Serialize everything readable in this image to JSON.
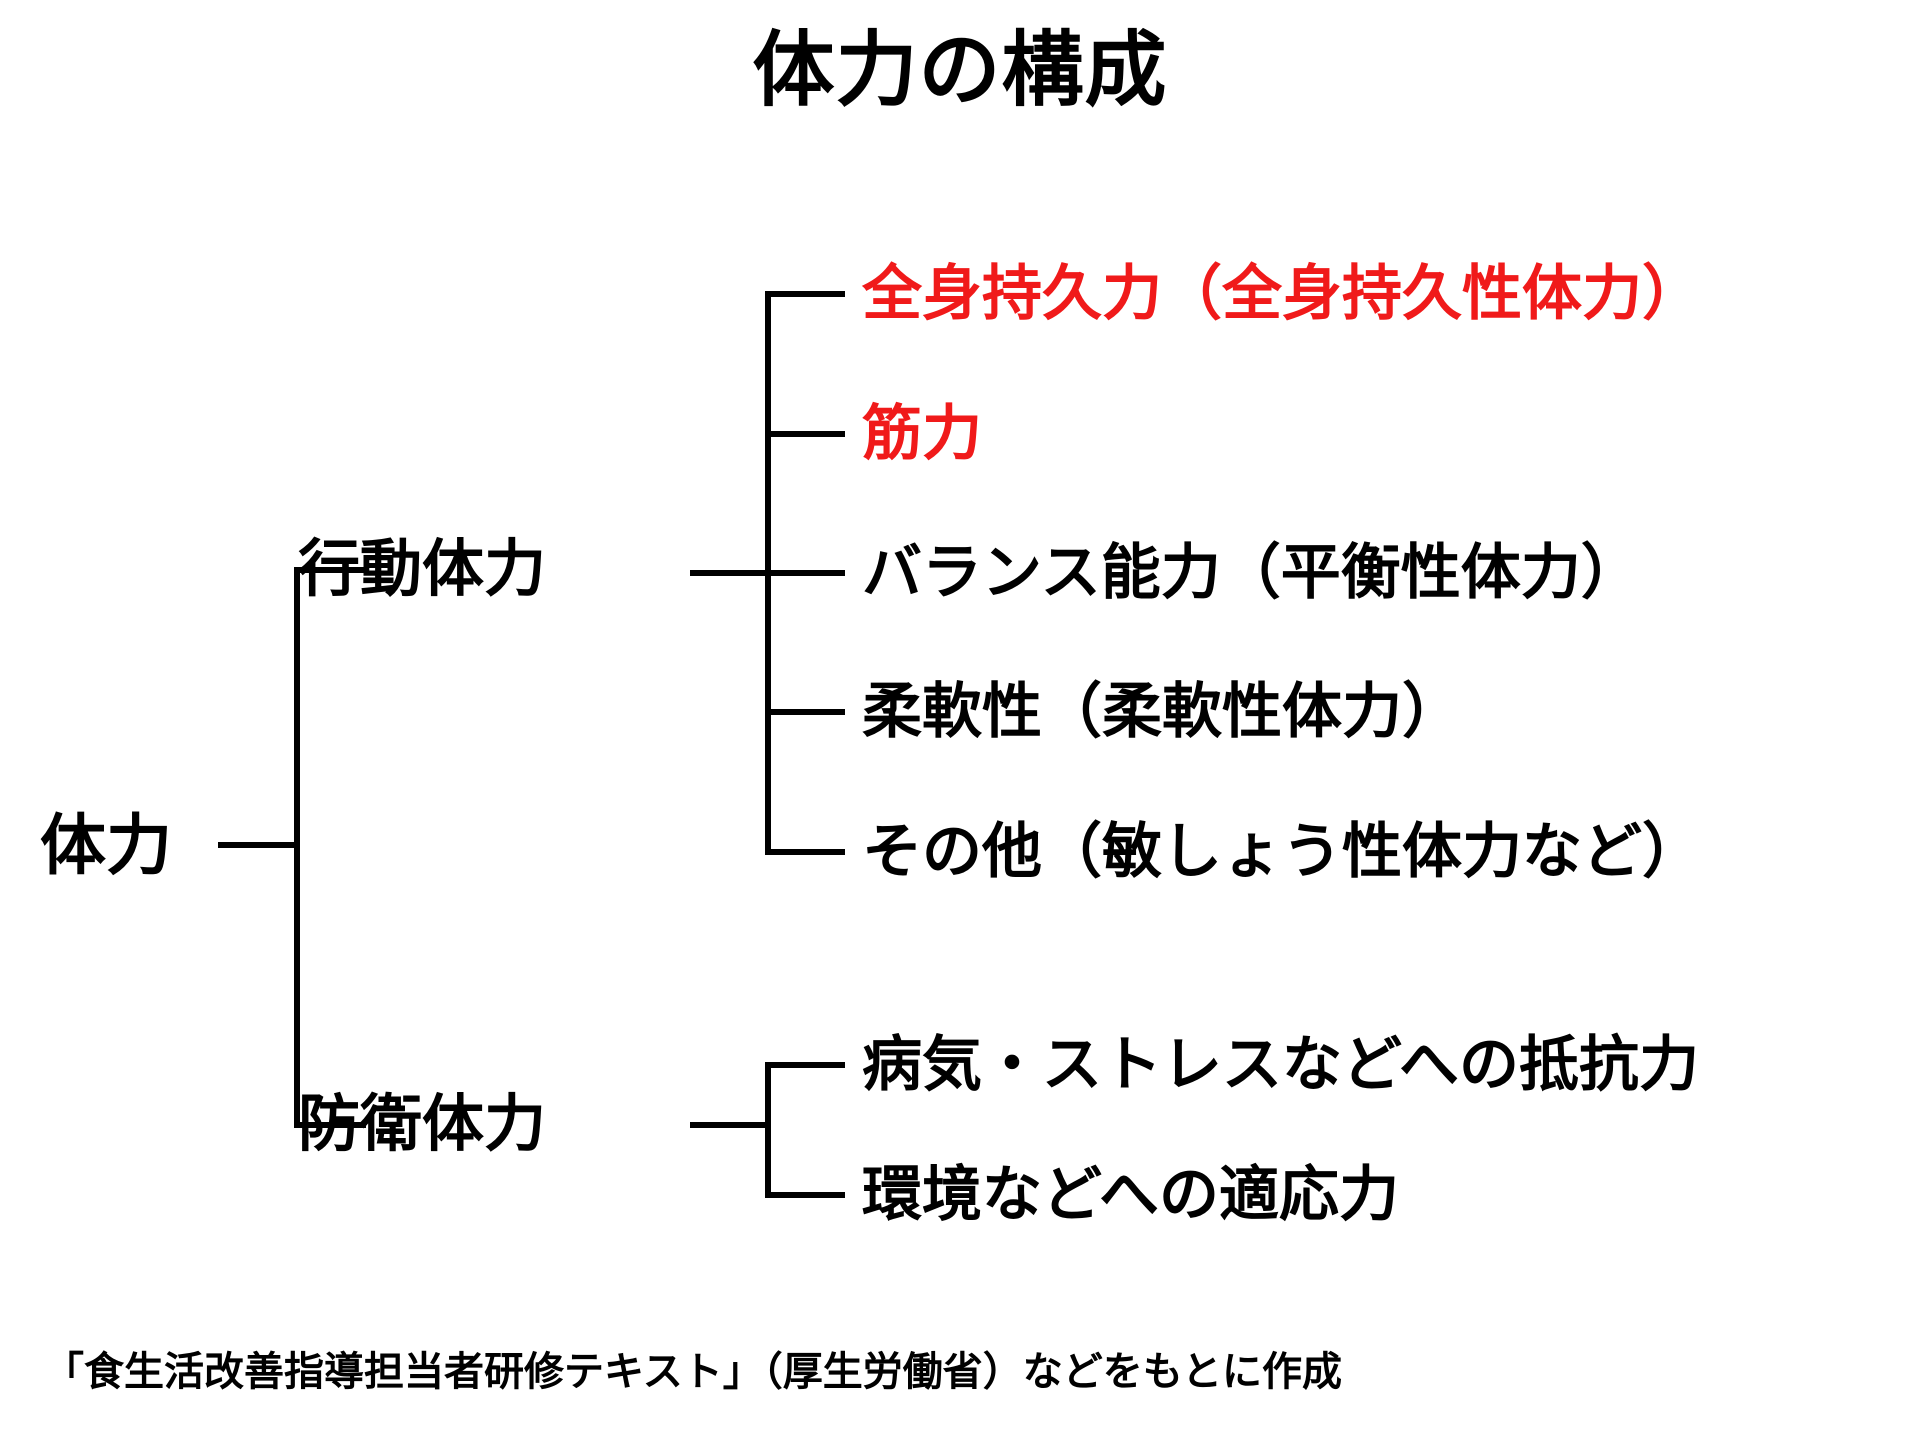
{
  "title": "体力の構成",
  "diagram": {
    "type": "tree",
    "root": {
      "label": "体力"
    },
    "branches": [
      {
        "id": "behavioral-fitness",
        "label": "行動体力",
        "leaves": [
          {
            "label": "全身持久力（全身持久性体力）",
            "color": "#F01A1A",
            "highlight": true
          },
          {
            "label": "筋力",
            "color": "#F01A1A",
            "highlight": true
          },
          {
            "label": "バランス能力（平衡性体力）",
            "color": "#000000",
            "highlight": false
          },
          {
            "label": "柔軟性（柔軟性体力）",
            "color": "#000000",
            "highlight": false
          },
          {
            "label": "その他（敏しょう性体力など）",
            "color": "#000000",
            "highlight": false
          }
        ]
      },
      {
        "id": "defensive-fitness",
        "label": "防衛体力",
        "leaves": [
          {
            "label": "病気・ストレスなどへの抵抗力",
            "color": "#000000",
            "highlight": false
          },
          {
            "label": "環境などへの適応力",
            "color": "#000000",
            "highlight": false
          }
        ]
      }
    ]
  },
  "colors": {
    "background": "#FFFFFF",
    "text": "#000000",
    "highlight": "#F01A1A",
    "line": "#000000"
  },
  "footer": {
    "source_note": "「食生活改善指導担当者研修テキスト」（厚生労働省）などをもとに作成"
  }
}
